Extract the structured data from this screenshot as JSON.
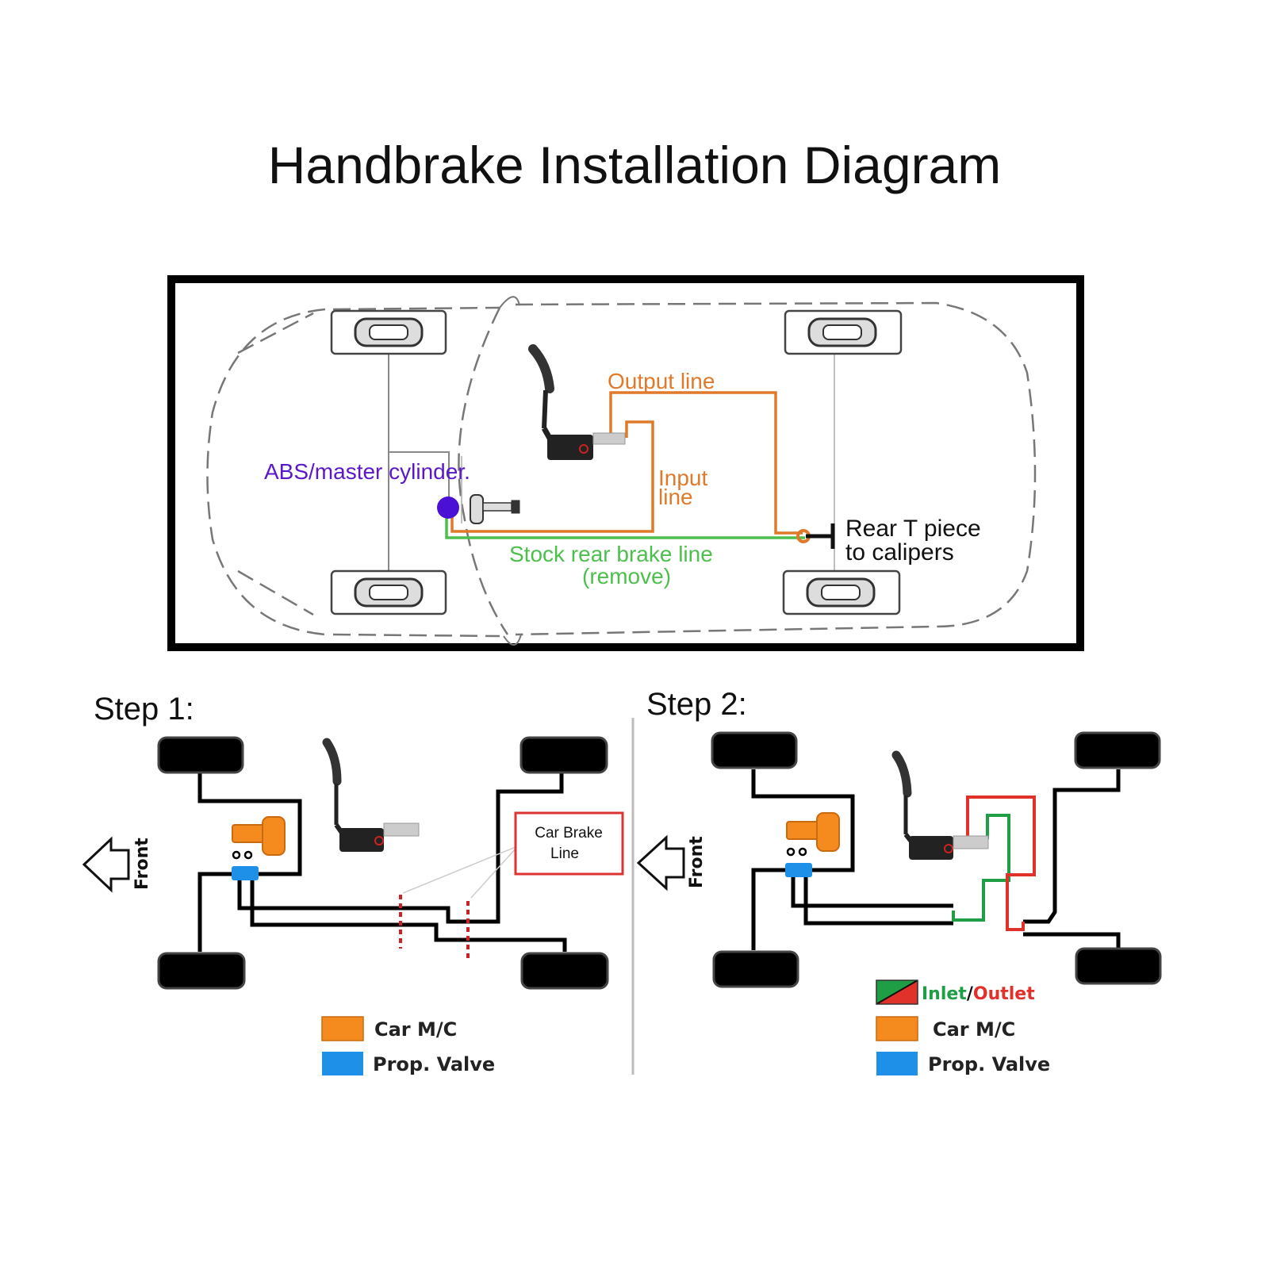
{
  "title": "Handbrake Installation Diagram",
  "overview": {
    "labels": {
      "abs": "ABS/master cylinder.",
      "output_line": "Output line",
      "input_line_1": "Input",
      "input_line_2": "line",
      "stock_line_1": "Stock rear brake line",
      "stock_line_2": "(remove)",
      "rear_t_1": "Rear T piece",
      "rear_t_2": "to calipers"
    },
    "colors": {
      "abs": "#5b17c9",
      "output": "#e07a2a",
      "stock": "#4cbf4c",
      "car_outline": "#666666"
    }
  },
  "step1": {
    "label": "Step 1:",
    "front_label": "Front",
    "callout": [
      "Car Brake",
      "Line"
    ],
    "legend": [
      {
        "label": "Car M/C",
        "color": "#f58a1f"
      },
      {
        "label": "Prop. Valve",
        "color": "#1e90e8"
      }
    ]
  },
  "step2": {
    "label": "Step 2:",
    "front_label": "Front",
    "legend_inlet": "Inlet",
    "legend_sep": "/",
    "legend_outlet": "Outlet",
    "legend": [
      {
        "label": "Car M/C",
        "color": "#f58a1f"
      },
      {
        "label": "Prop. Valve",
        "color": "#1e90e8"
      }
    ],
    "colors": {
      "inlet": "#1f9e45",
      "outlet": "#e0312b"
    }
  }
}
